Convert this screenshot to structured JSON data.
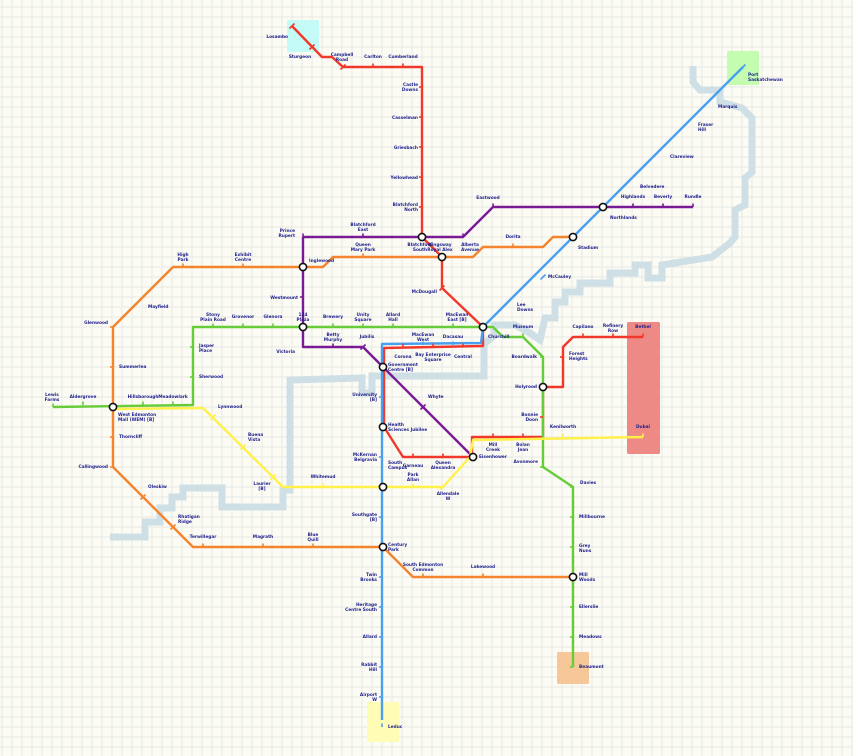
{
  "colors": {
    "background": "#fdfcf4",
    "grid": "#e8e8e6",
    "river": "#cfdfe6",
    "label": "#1d1f8c",
    "red_line": "#f0392b",
    "blue_line": "#4aa0f0",
    "purple_line": "#7a1b96",
    "orange_line": "#f5842e",
    "green_line": "#66cc3a",
    "yellow_line": "#fff04a",
    "zone_cyan": "#c4fbf6",
    "zone_green": "#c4fcb0",
    "zone_pink": "#ee8a86",
    "zone_orange": "#f6c899",
    "zone_yellow": "#fffcb5"
  },
  "stations": [
    "Losambo",
    "Sturgeon",
    "Campbell\nRoad",
    "Carlton",
    "Cumberland",
    "Castle\nDowns",
    "Casselman",
    "Griesbach",
    "Yellowhead",
    "Blatchford\nNorth",
    "Blatchford\nEast",
    "Prince\nRupert",
    "Queen\nMary Park",
    "Inglewood",
    "Westmount",
    "Blatchford\nSouth",
    "Kingsway\nRoyal Alex",
    "Alberta\nAvenue",
    "Eastwood",
    "Northlands",
    "Highlands",
    "Beverly",
    "Rundle",
    "Belvedere",
    "Clareview",
    "Fraser\nHill",
    "Marquis",
    "Port\nSaskatchewan",
    "Stadium",
    "Dorita",
    "McCauley",
    "McDougall",
    "Lee\nDowns",
    "Churchill",
    "Museum",
    "High\nPark",
    "Exhibit\nCentre",
    "Mayfield",
    "Glenwood",
    "Summerlea",
    "Stony\nPlain Road",
    "Grovenor",
    "Glenora",
    "124\nPlaza",
    "Brewery",
    "Unity\nSquare",
    "Allard\nHall",
    "MacEwan\nEast [B]",
    "Jasper\nPlace",
    "Sherwood",
    "Lewis\nFarms",
    "Aldergrove",
    "Hillsborough",
    "Meadowlark",
    "West Edmonton\nMall (WEM) [B]",
    "Thorncliff",
    "Callingwood",
    "Lynnwood",
    "Buena\nVista",
    "Laurier\n[B]",
    "Whitemud",
    "Oleskiw",
    "Rhatigan\nRidge",
    "Terwillegar",
    "Magrath",
    "Blue\nQuill",
    "Victoria",
    "Betty\nMurphy",
    "Jubilis",
    "MacEwan\nWest",
    "Dacasau",
    "Corona",
    "Bay Enterprise\nSquare",
    "Central",
    "Government\nCentre [B]",
    "University\n[B]",
    "Whyte",
    "Health\nSciences Jubilee",
    "McKernan\nBelgravia",
    "Garneau",
    "Queen\nAlexandra",
    "Eisenhower",
    "South\nCampus",
    "Park\nAllan",
    "Allendale\nW",
    "Southgate\n[B]",
    "Century\nPark",
    "Twin\nBrooks",
    "Heritage\nCentre South",
    "Allard",
    "Rabbit\nHill",
    "Airport\nW",
    "Leduc",
    "South Edmonton\nCommon",
    "Lakewood",
    "Mill\nWoods",
    "Boardwalk",
    "Holyrood",
    "Bonnie\nDoon",
    "Mill\nCreek",
    "Bolan\nJean",
    "Avonmore",
    "Kenilworth",
    "Dubai",
    "Capilano",
    "Refinery\nRow",
    "Bethel",
    "Forest\nHeights",
    "Davies",
    "Millbourne",
    "Grey\nNuns",
    "Ellerslie",
    "Meadows",
    "Beaumont"
  ]
}
